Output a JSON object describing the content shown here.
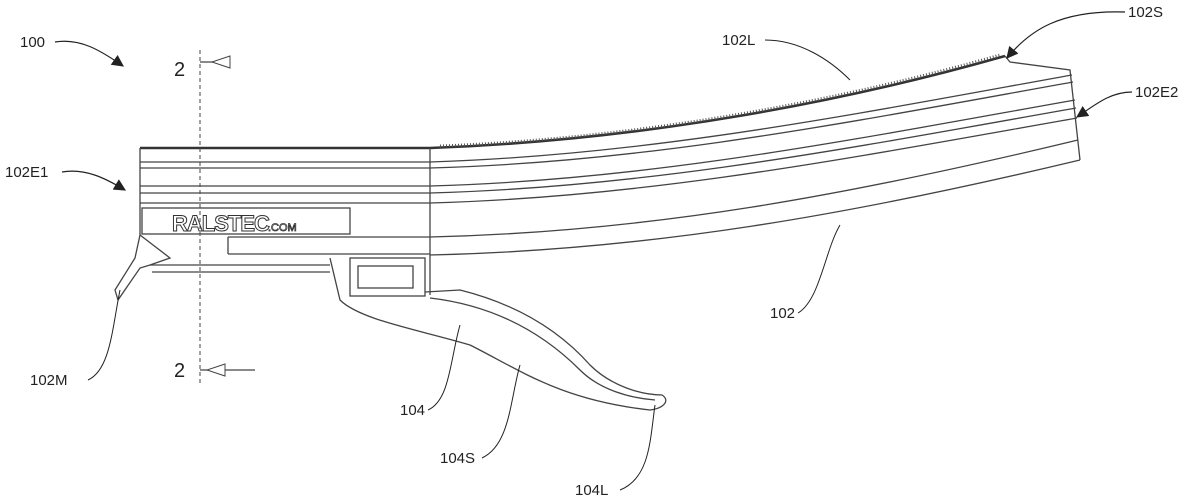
{
  "figure": {
    "labels": {
      "device": "100",
      "section_top": "2",
      "section_bottom": "2",
      "end1": "102E1",
      "mouth": "102M",
      "lever": "104",
      "lever_surface": "104S",
      "lever_lip": "104L",
      "body": "102",
      "body_lip": "102L",
      "body_surface": "102S",
      "end2": "102E2"
    },
    "logo_text": "RALSTEC",
    "logo_suffix": ".COM"
  }
}
